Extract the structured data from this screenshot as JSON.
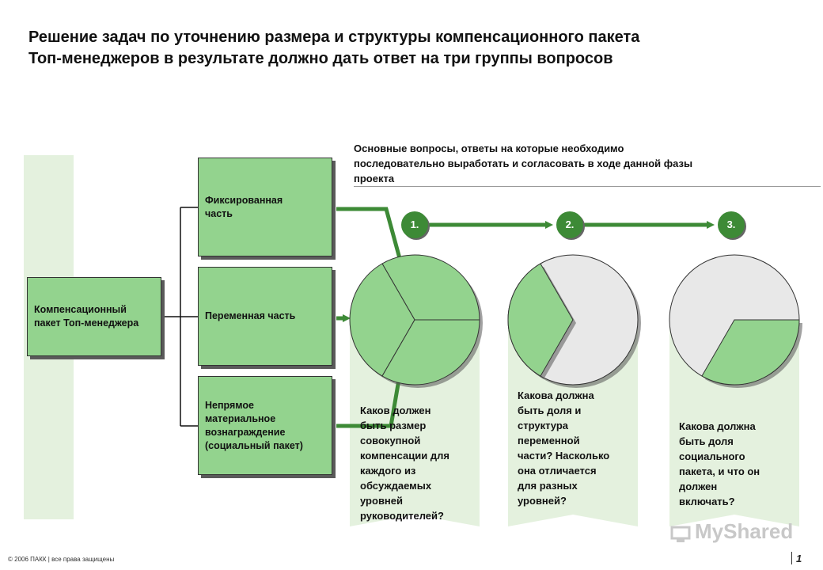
{
  "title": {
    "line1": "Решение задач по уточнению размера и структуры компенсационного пакета",
    "line2": "Топ-менеджеров в результате должно дать ответ на три группы вопросов"
  },
  "main_box": {
    "line1": "Компенсационный",
    "line2": "пакет Топ-менеджера"
  },
  "component_boxes": [
    {
      "lines": [
        "Фиксированная",
        "часть"
      ]
    },
    {
      "lines": [
        "Переменная часть"
      ]
    },
    {
      "lines": [
        "Непрямое",
        "материальное",
        "вознаграждение",
        "(социальный пакет)"
      ]
    }
  ],
  "questions_header": {
    "line1": "Основные вопросы, ответы на которые необходимо",
    "line2": "последовательно выработать и согласовать в ходе данной фазы",
    "line3": "проекта"
  },
  "steps": [
    "1.",
    "2.",
    "3."
  ],
  "questions": [
    [
      "Каков должен",
      "быть размер",
      "совокупной",
      "компенсации для",
      "каждого из",
      "обсуждаемых",
      "уровней",
      "руководителей?"
    ],
    [
      "Какова должна",
      "быть доля и",
      "структура",
      "переменной",
      "части? Насколько",
      "она отличается",
      "для разных",
      "уровней?"
    ],
    [
      "Какова должна",
      "быть доля",
      "социального",
      "пакета, и что он",
      "должен",
      "включать?"
    ]
  ],
  "colors": {
    "box_green": "#93d38e",
    "accent_green": "#3d8a36",
    "band_green": "#e4f1de",
    "pie_grey": "#e8e8e8"
  },
  "footer": "© 2006 ПАКК | все права защищены",
  "page_number": "1",
  "watermark": "MyShared"
}
